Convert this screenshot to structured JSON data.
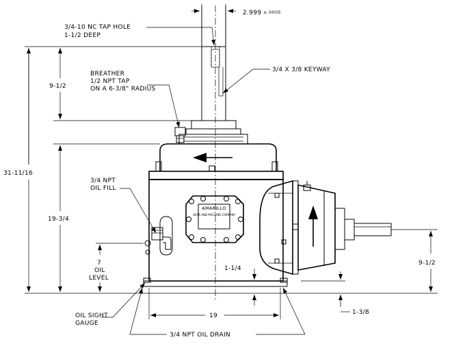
{
  "labels": {
    "dim_shaft_diameter": "2.999",
    "dim_shaft_tolerance": "±.0005",
    "tap_hole_line1": "3/4-10 NC TAP HOLE",
    "tap_hole_line2": "1-1/2 DEEP",
    "keyway": "3/4 X 3/8 KEYWAY",
    "breather_line1": "BREATHER",
    "breather_line2": "1/2 NPT TAP",
    "breather_line3": "ON A 6-3/8\" RADIUS",
    "dim_shaft_height": "9-1/2",
    "dim_overall_height": "31-11/16",
    "oil_fill_line1": "3/4 NPT",
    "oil_fill_line2": "OIL FILL",
    "dim_housing_height": "19-3/4",
    "oil_level_line1": "7",
    "oil_level_line2": "OIL",
    "oil_level_line3": "LEVEL",
    "dim_foot_offset": "1-1/4",
    "dim_input_height": "9-1/2",
    "dim_base_width": "19",
    "dim_input_offset": "1-3/8",
    "sight_gauge_line1": "OIL SIGHT",
    "sight_gauge_line2": "GAUGE",
    "drain": "3/4 NPT OIL DRAIN",
    "nameplate_line1": "AMARILLO",
    "nameplate_line2": "GEAR AND MACHINE COMPANY"
  }
}
